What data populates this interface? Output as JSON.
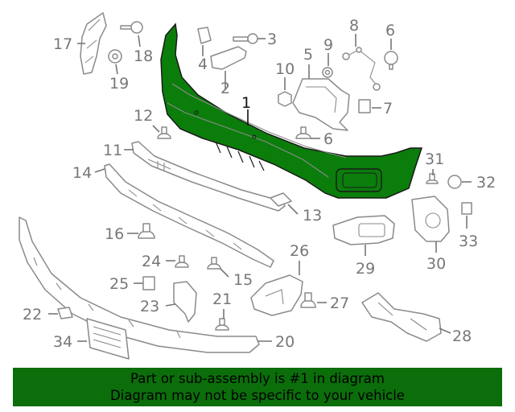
{
  "diagram": {
    "highlight_color": "#0b7d0b",
    "callouts": [
      {
        "id": "1",
        "label": "1"
      },
      {
        "id": "2",
        "label": "2"
      },
      {
        "id": "3",
        "label": "3"
      },
      {
        "id": "4",
        "label": "4"
      },
      {
        "id": "5",
        "label": "5"
      },
      {
        "id": "6a",
        "label": "6"
      },
      {
        "id": "6b",
        "label": "6"
      },
      {
        "id": "7",
        "label": "7"
      },
      {
        "id": "8",
        "label": "8"
      },
      {
        "id": "9",
        "label": "9"
      },
      {
        "id": "10",
        "label": "10"
      },
      {
        "id": "11",
        "label": "11"
      },
      {
        "id": "12",
        "label": "12"
      },
      {
        "id": "13",
        "label": "13"
      },
      {
        "id": "14",
        "label": "14"
      },
      {
        "id": "15",
        "label": "15"
      },
      {
        "id": "16",
        "label": "16"
      },
      {
        "id": "17",
        "label": "17"
      },
      {
        "id": "18",
        "label": "18"
      },
      {
        "id": "19",
        "label": "19"
      },
      {
        "id": "20",
        "label": "20"
      },
      {
        "id": "21",
        "label": "21"
      },
      {
        "id": "22",
        "label": "22"
      },
      {
        "id": "23",
        "label": "23"
      },
      {
        "id": "24",
        "label": "24"
      },
      {
        "id": "25",
        "label": "25"
      },
      {
        "id": "26",
        "label": "26"
      },
      {
        "id": "27",
        "label": "27"
      },
      {
        "id": "28",
        "label": "28"
      },
      {
        "id": "29",
        "label": "29"
      },
      {
        "id": "30",
        "label": "30"
      },
      {
        "id": "31",
        "label": "31"
      },
      {
        "id": "32",
        "label": "32"
      },
      {
        "id": "33",
        "label": "33"
      },
      {
        "id": "34",
        "label": "34"
      }
    ]
  },
  "footer": {
    "banner_color": "#0b6e0b",
    "line1": "Part or sub-assembly is #1 in diagram",
    "line2": "Diagram may not be specific to your vehicle"
  }
}
